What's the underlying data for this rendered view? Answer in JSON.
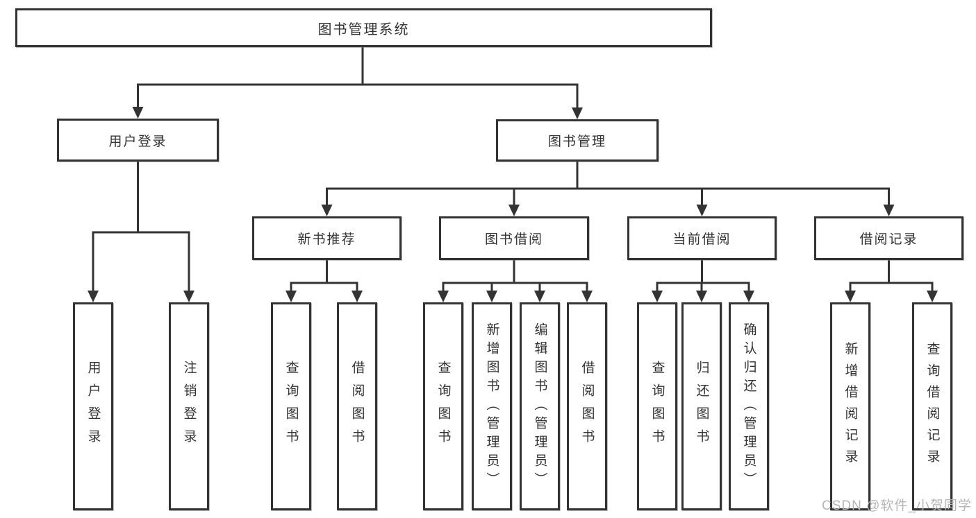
{
  "diagram": {
    "root": {
      "label": "图书管理系统"
    },
    "level1": [
      {
        "label": "用户登录"
      },
      {
        "label": "图书管理"
      }
    ],
    "level2": [
      {
        "label": "新书推荐"
      },
      {
        "label": "图书借阅"
      },
      {
        "label": "当前借阅"
      },
      {
        "label": "借阅记录"
      }
    ],
    "leaves": {
      "user_login": [
        {
          "label": "用户登录"
        },
        {
          "label": "注销登录"
        }
      ],
      "new_book": [
        {
          "label": "查询图书"
        },
        {
          "label": "借阅图书"
        }
      ],
      "book_borrow": [
        {
          "label": "查询图书"
        },
        {
          "label": "新增图书（管理员）"
        },
        {
          "label": "编辑图书（管理员）"
        },
        {
          "label": "借阅图书"
        }
      ],
      "current_borrow": [
        {
          "label": "查询图书"
        },
        {
          "label": "归还图书"
        },
        {
          "label": "确认归还（管理员）"
        }
      ],
      "borrow_record": [
        {
          "label": "新增借阅记录"
        },
        {
          "label": "查询借阅记录"
        }
      ]
    },
    "watermark": "CSDN @软件_小贺同学",
    "colors": {
      "line": "#333333",
      "box_border": "#333333",
      "text": "#333333",
      "background": "#ffffff",
      "watermark": "#b5b5b5"
    }
  }
}
